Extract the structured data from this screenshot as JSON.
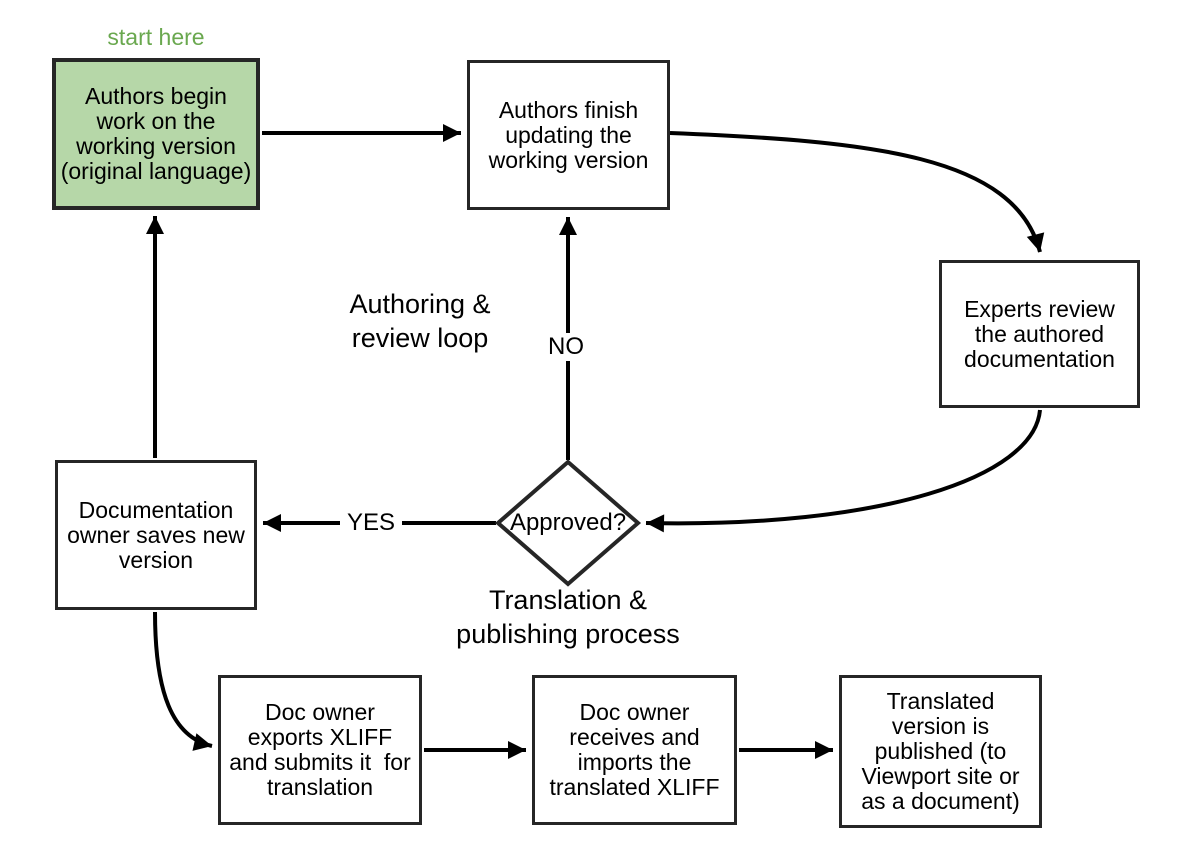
{
  "colors": {
    "start-fill": "#b6d7a8",
    "start-label": "#6aa84f",
    "node-border": "#262626",
    "node-fill": "#ffffff",
    "arrow": "#000000",
    "text": "#000000",
    "background": "#ffffff"
  },
  "labels": {
    "start_here": "start here",
    "authoring_loop": "Authoring &\nreview loop",
    "no": "NO",
    "yes": "YES",
    "translation_process": "Translation &\npublishing process"
  },
  "nodes": {
    "start": {
      "text": "Authors begin\nwork on the\nworking version\n(original language)"
    },
    "finish": {
      "text": "Authors finish\nupdating the\nworking version"
    },
    "experts": {
      "text": "Experts review\nthe authored\ndocumentation"
    },
    "approved": {
      "text": "Approved?"
    },
    "owner_saves": {
      "text": "Documentation\nowner saves new\nversion"
    },
    "export_xliff": {
      "text": "Doc owner\nexports XLIFF\nand submits it  for\ntranslation"
    },
    "import_xliff": {
      "text": "Doc owner\nreceives and\nimports the\ntranslated XLIFF"
    },
    "published": {
      "text": "Translated\nversion is\npublished (to\nViewport site or\nas a document)"
    }
  }
}
